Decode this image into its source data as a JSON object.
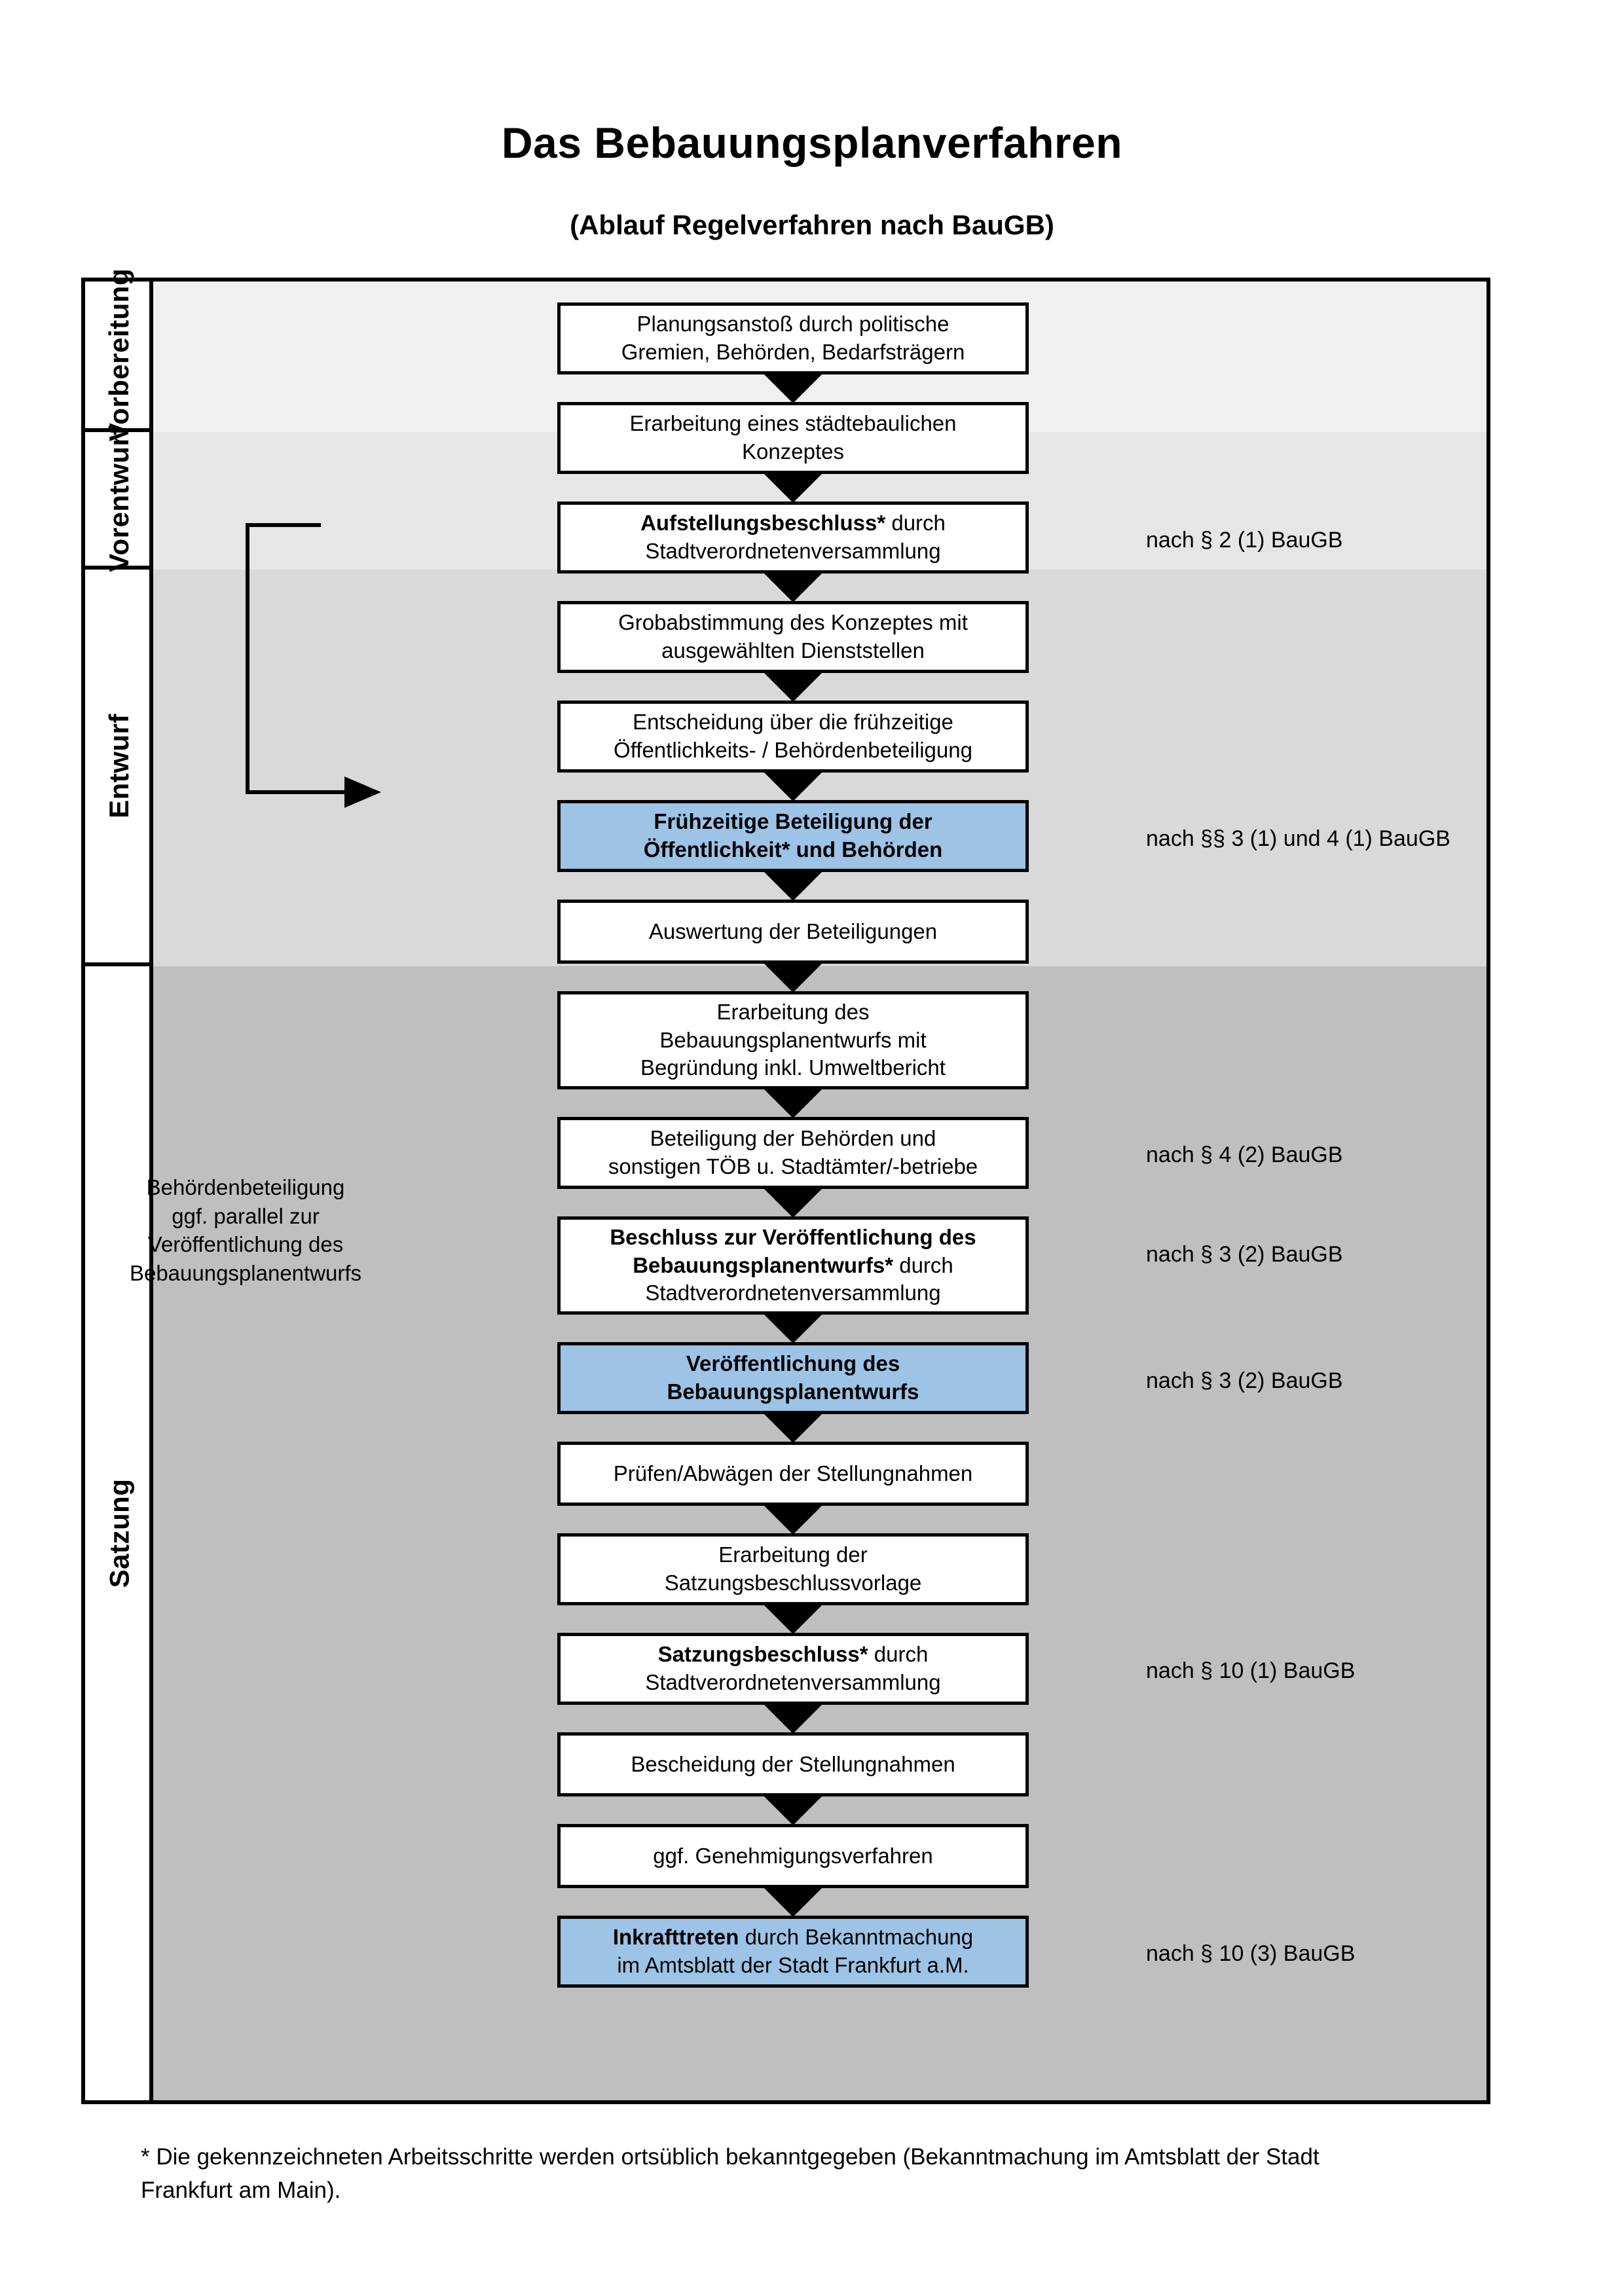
{
  "header": {
    "title": "Das Bebauungsplanverfahren",
    "subtitle": "(Ablauf Regelverfahren nach BauGB)"
  },
  "phases": [
    {
      "label": "Vorbereitung",
      "band_color": "#F0F0F0"
    },
    {
      "label": "Vorentwurf",
      "band_color": "#E6E6E6"
    },
    {
      "label": "Entwurf",
      "band_color": "#D9D9D9"
    },
    {
      "label": "Satzung",
      "band_color": "#BFBFBF"
    }
  ],
  "colors": {
    "highlight_blue": "#9DC3E6",
    "box_white": "#FFFFFF",
    "outline_black": "#000000"
  },
  "steps": [
    {
      "id": "planungsanstoss",
      "phase": "Vorbereitung",
      "highlight": false,
      "lines": [
        "Planungsanstoß durch politische",
        "Gremien, Behörden, Bedarfsträgern"
      ],
      "bold_lead": ""
    },
    {
      "id": "staedtebauliches-konzept",
      "phase": "Vorbereitung",
      "highlight": false,
      "lines": [
        "Erarbeitung eines städtebaulichen",
        "Konzeptes"
      ],
      "bold_lead": ""
    },
    {
      "id": "aufstellungsbeschluss",
      "phase": "Vorbereitung",
      "highlight": false,
      "lines": [
        "Aufstellungsbeschluss* durch",
        "Stadtverordnetenversammlung"
      ],
      "bold_lead": "Aufstellungsbeschluss*"
    },
    {
      "id": "grobabstimmung",
      "phase": "Vorentwurf",
      "highlight": false,
      "lines": [
        "Grobabstimmung des Konzeptes mit",
        "ausgewählten Dienststellen"
      ],
      "bold_lead": ""
    },
    {
      "id": "entscheidung-fruehzeitige",
      "phase": "Vorentwurf",
      "highlight": false,
      "lines": [
        "Entscheidung über die frühzeitige",
        "Öffentlichkeits- / Behördenbeteiligung"
      ],
      "bold_lead": ""
    },
    {
      "id": "fruehzeitige-beteiligung",
      "phase": "Vorentwurf",
      "highlight": true,
      "lines": [
        "Frühzeitige Beteiligung der",
        "Öffentlichkeit* und Behörden"
      ],
      "bold_lead": "ALL"
    },
    {
      "id": "auswertung-beteiligungen",
      "phase": "Entwurf",
      "highlight": false,
      "lines": [
        "Auswertung der Beteiligungen"
      ],
      "bold_lead": ""
    },
    {
      "id": "erarbeitung-bplan-entwurf",
      "phase": "Entwurf",
      "highlight": false,
      "lines": [
        "Erarbeitung des",
        "Bebauungsplanentwurfs mit",
        "Begründung inkl. Umweltbericht"
      ],
      "bold_lead": ""
    },
    {
      "id": "beteiligung-behoerden-toeb",
      "phase": "Entwurf",
      "highlight": false,
      "lines": [
        "Beteiligung der Behörden und",
        "sonstigen TÖB u. Stadtämter/-betriebe"
      ],
      "bold_lead": ""
    },
    {
      "id": "beschluss-veroeffentlichung",
      "phase": "Entwurf",
      "highlight": false,
      "lines": [
        "Beschluss zur Veröffentlichung des",
        "Bebauungsplanentwurfs* durch",
        "Stadtverordnetenversammlung"
      ],
      "bold_lead": "Beschluss zur Veröffentlichung des Bebauungsplanentwurfs*"
    },
    {
      "id": "veroeffentlichung-bplan-entwurf",
      "phase": "Entwurf",
      "highlight": true,
      "lines": [
        "Veröffentlichung des",
        "Bebauungsplanentwurfs"
      ],
      "bold_lead": "ALL"
    },
    {
      "id": "pruefen-abwaegen",
      "phase": "Satzung",
      "highlight": false,
      "lines": [
        "Prüfen/Abwägen der Stellungnahmen"
      ],
      "bold_lead": ""
    },
    {
      "id": "satzungsbeschlussvorlage",
      "phase": "Satzung",
      "highlight": false,
      "lines": [
        "Erarbeitung der",
        "Satzungsbeschlussvorlage"
      ],
      "bold_lead": ""
    },
    {
      "id": "satzungsbeschluss",
      "phase": "Satzung",
      "highlight": false,
      "lines": [
        "Satzungsbeschluss* durch",
        "Stadtverordnetenversammlung"
      ],
      "bold_lead": "Satzungsbeschluss*"
    },
    {
      "id": "bescheidung-stellungnahmen",
      "phase": "Satzung",
      "highlight": false,
      "lines": [
        "Bescheidung der Stellungnahmen"
      ],
      "bold_lead": ""
    },
    {
      "id": "genehmigungsverfahren",
      "phase": "Satzung",
      "highlight": false,
      "lines": [
        "ggf. Genehmigungsverfahren"
      ],
      "bold_lead": ""
    },
    {
      "id": "inkrafttreten",
      "phase": "Satzung",
      "highlight": true,
      "lines": [
        "Inkrafttreten durch Bekanntmachung",
        "im Amtsblatt der Stadt Frankfurt a.M."
      ],
      "bold_lead": "Inkrafttreten"
    }
  ],
  "legal_notes": [
    {
      "id": "note-1",
      "text": "nach § 2 (1) BauGB",
      "for_step": "aufstellungsbeschluss"
    },
    {
      "id": "note-2",
      "text": "nach §§ 3 (1) und 4 (1) BauGB",
      "for_step": "fruehzeitige-beteiligung"
    },
    {
      "id": "note-3",
      "text": "nach § 4 (2) BauGB",
      "for_step": "beteiligung-behoerden-toeb"
    },
    {
      "id": "note-4",
      "text": "nach § 3 (2) BauGB",
      "for_step": "beschluss-veroeffentlichung"
    },
    {
      "id": "note-5",
      "text": "nach § 3 (2) BauGB",
      "for_step": "veroeffentlichung-bplan-entwurf"
    },
    {
      "id": "note-6",
      "text": "nach § 10 (1) BauGB",
      "for_step": "satzungsbeschluss"
    },
    {
      "id": "note-7",
      "text": "nach § 10 (3) BauGB",
      "for_step": "inkrafttreten"
    }
  ],
  "side_annotation": {
    "lines": [
      "Behördenbeteiligung",
      "ggf. parallel zur",
      "Veröffentlichung des",
      "Bebauungsplanentwurfs"
    ]
  },
  "footnote": {
    "lines": [
      "* Die gekennzeichneten Arbeitsschritte werden ortsüblich bekanntgegeben (Bekanntmachung im Amtsblatt  der Stadt",
      "Frankfurt am Main)."
    ]
  }
}
